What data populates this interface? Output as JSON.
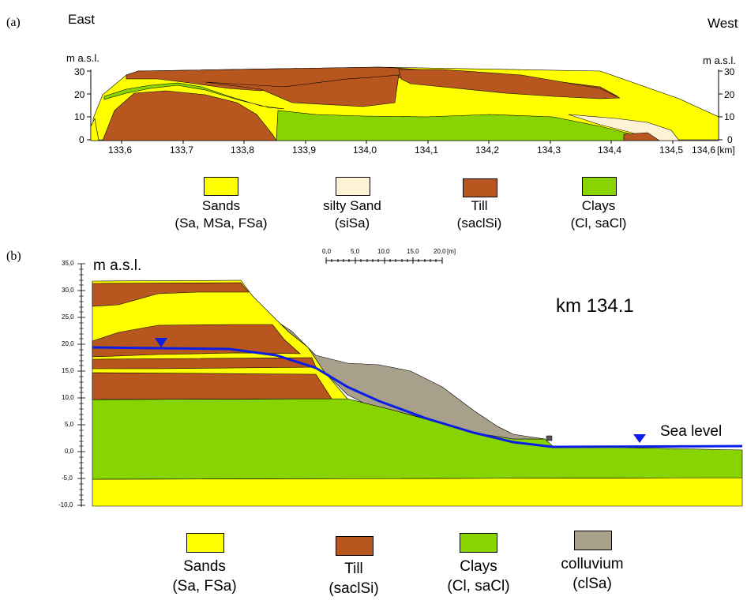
{
  "panel_a": {
    "label": "(a)",
    "left_direction": "East",
    "right_direction": "West",
    "y_unit_left": "m a.s.l.",
    "y_unit_right": "m a.s.l.",
    "y_ticks": [
      "30",
      "20",
      "10",
      "0"
    ],
    "x_ticks": [
      "133,6",
      "133,7",
      "133,8",
      "133,9",
      "134,0",
      "134,1",
      "134,2",
      "134,3",
      "134,4",
      "134,5",
      "134,6"
    ],
    "x_unit": "[km]",
    "legend": [
      {
        "name": "Sands",
        "code": "(Sa, MSa, FSa)",
        "color": "#ffff00"
      },
      {
        "name": "silty Sand",
        "code": "(siSa)",
        "color": "#fdf3d4"
      },
      {
        "name": "Till",
        "code": "(saclSi)",
        "color": "#b8561f"
      },
      {
        "name": "Clays",
        "code": "(Cl, saCl)",
        "color": "#88d400"
      }
    ]
  },
  "panel_b": {
    "label": "(b)",
    "y_unit": "m a.s.l.",
    "y_ticks": [
      "35,0",
      "30,0",
      "25,0",
      "20,0",
      "15,0",
      "10,0",
      "5,0",
      "0,0",
      "-5,0",
      "-10,0"
    ],
    "scale_ticks": [
      "0,0",
      "5,0",
      "10,0",
      "15,0",
      "20,0"
    ],
    "scale_unit": "[m]",
    "section_label": "km 134.1",
    "sea_level_label": "Sea level",
    "water_color": "#0a1ee6",
    "legend": [
      {
        "name": "Sands",
        "code": "(Sa, FSa)",
        "color": "#ffff00"
      },
      {
        "name": "Till",
        "code": "(saclSi)",
        "color": "#b8561f"
      },
      {
        "name": "Clays",
        "code": "(Cl, saCl)",
        "color": "#88d400"
      },
      {
        "name": "colluvium",
        "code": "(clSa)",
        "color": "#a8a08a"
      }
    ]
  }
}
